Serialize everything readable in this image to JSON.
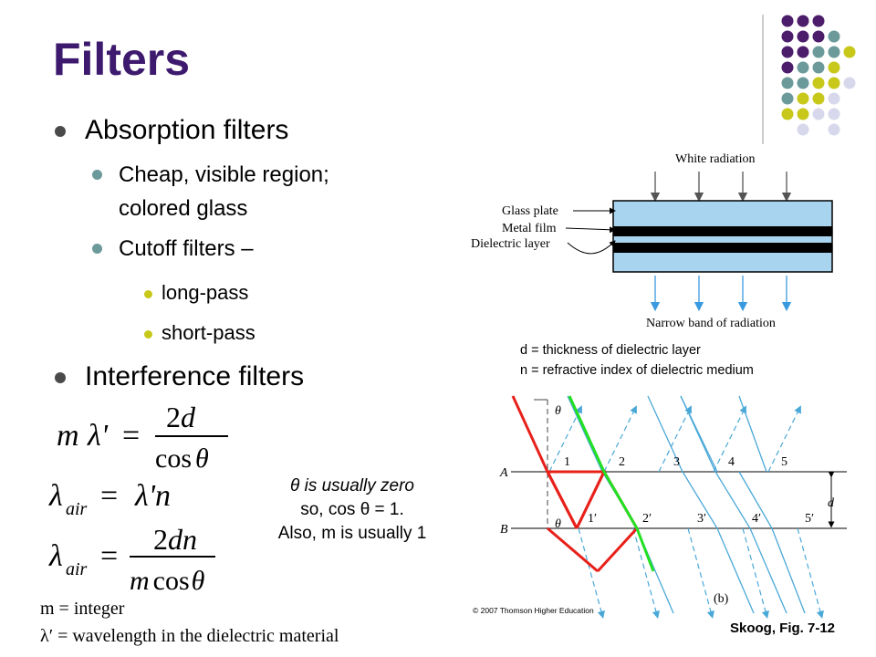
{
  "slide": {
    "title": "Filters",
    "bullets": {
      "absorption": "Absorption filters",
      "cheap": "Cheap, visible region;",
      "cheap_cont": "colored glass",
      "cutoff": "Cutoff filters –",
      "longpass": "long-pass",
      "shortpass": "short-pass",
      "interference": "Interference filters"
    },
    "note": {
      "line1": "θ is usually zero",
      "line2": "so, cos θ = 1.",
      "line3": "Also, m is usually 1"
    },
    "legend": {
      "m_def": "m = integer",
      "lambda_def": "λ′ = wavelength in the dielectric material"
    },
    "definitions": {
      "d_def": "d = thickness of dielectric layer",
      "n_def": "n = refractive index of dielectric medium"
    },
    "citation": "Skoog, Fig. 7-12"
  },
  "filter_diagram": {
    "white_radiation": "White radiation",
    "glass_plate": "Glass plate",
    "metal_film": "Metal film",
    "dielectric_layer": "Dielectric layer",
    "narrow_band": "Narrow band of radiation"
  },
  "interference_diagram": {
    "theta": "θ",
    "label_a": "A",
    "label_b": "B",
    "label_d": "d",
    "top_numbers": [
      "1",
      "2",
      "3",
      "4",
      "5"
    ],
    "bottom_numbers": [
      "1′",
      "2′",
      "3′",
      "4′",
      "5′"
    ],
    "panel": "(b)",
    "copyright": "© 2007 Thomson Higher Education"
  },
  "colors": {
    "title": "#3d1a6e",
    "bullet_teal": "#6c9a9a",
    "bullet_yellow": "#c8c81a",
    "ray_red": "#e8201a",
    "ray_green": "#22e022",
    "ray_blue": "#4aa8d8",
    "glass": "#a8d4f0"
  }
}
